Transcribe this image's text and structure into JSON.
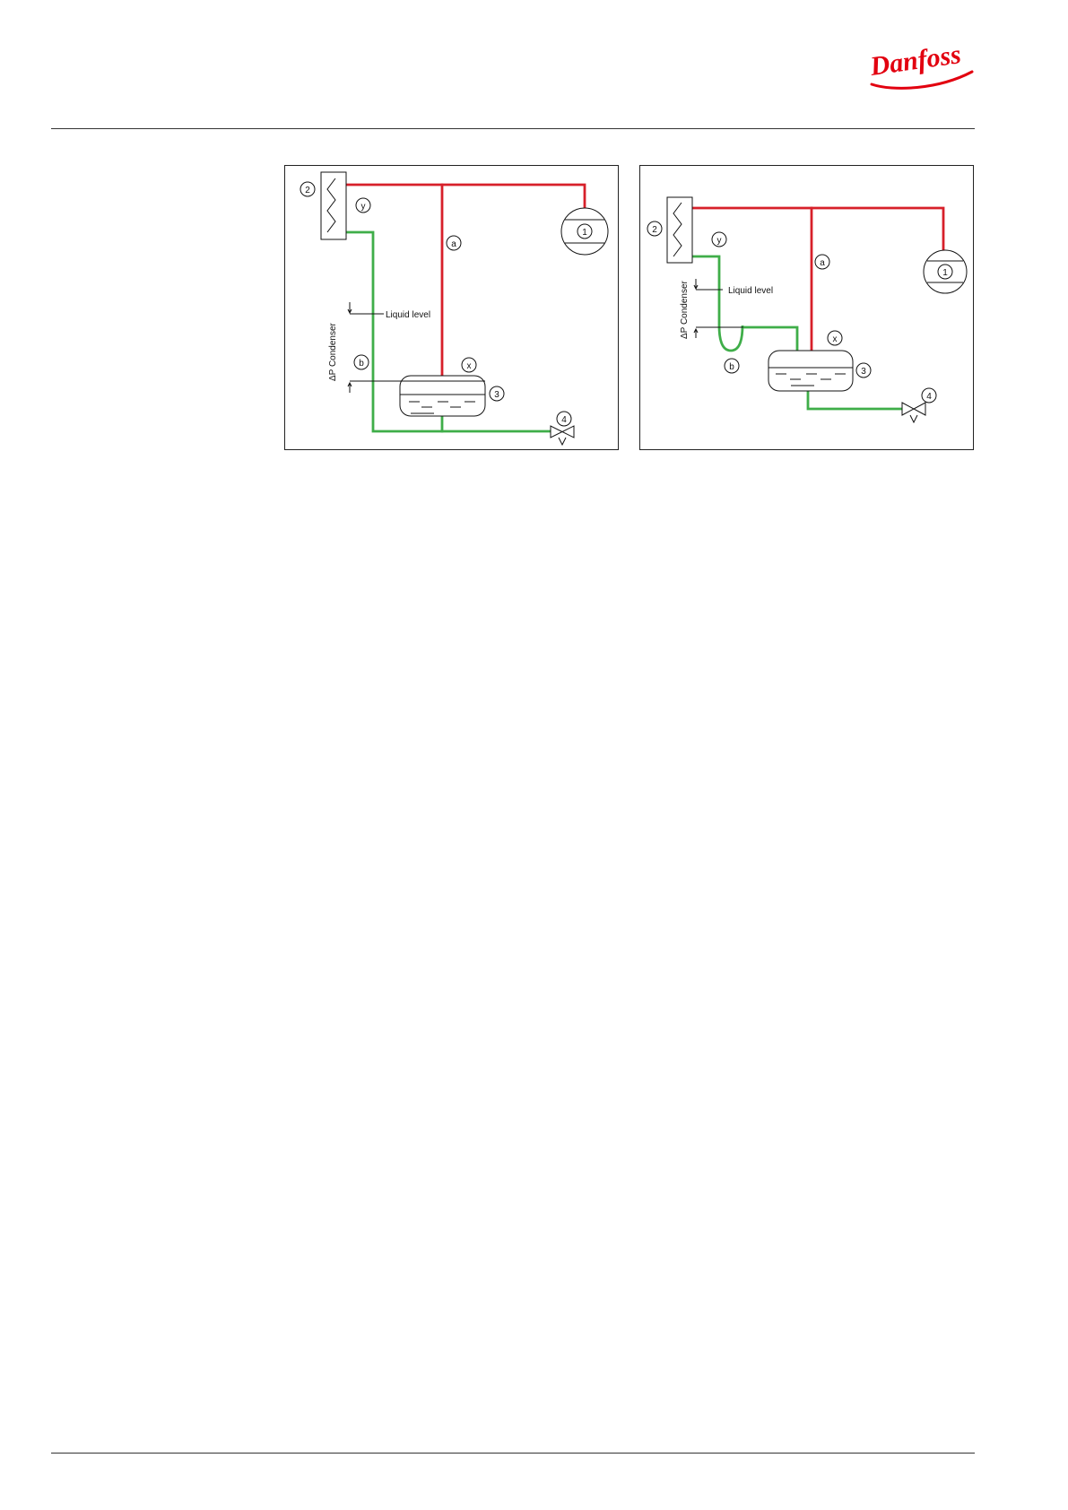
{
  "brand": {
    "logo_text": "Danfoss",
    "color": "#e2000f"
  },
  "colors": {
    "hot_gas_line": "#d7202a",
    "liquid_line": "#3fae49"
  },
  "diagrams": [
    {
      "labels": {
        "n1": "1",
        "n2": "2",
        "n3": "3",
        "n4": "4",
        "a": "a",
        "b": "b",
        "x": "x",
        "y": "y"
      },
      "liquid_level": "Liquid level",
      "dp_condenser": "ΔP Condenser"
    },
    {
      "labels": {
        "n1": "1",
        "n2": "2",
        "n3": "3",
        "n4": "4",
        "a": "a",
        "b": "b",
        "x": "x",
        "y": "y"
      },
      "liquid_level": "Liquid level",
      "dp_condenser": "ΔP Condenser"
    }
  ]
}
